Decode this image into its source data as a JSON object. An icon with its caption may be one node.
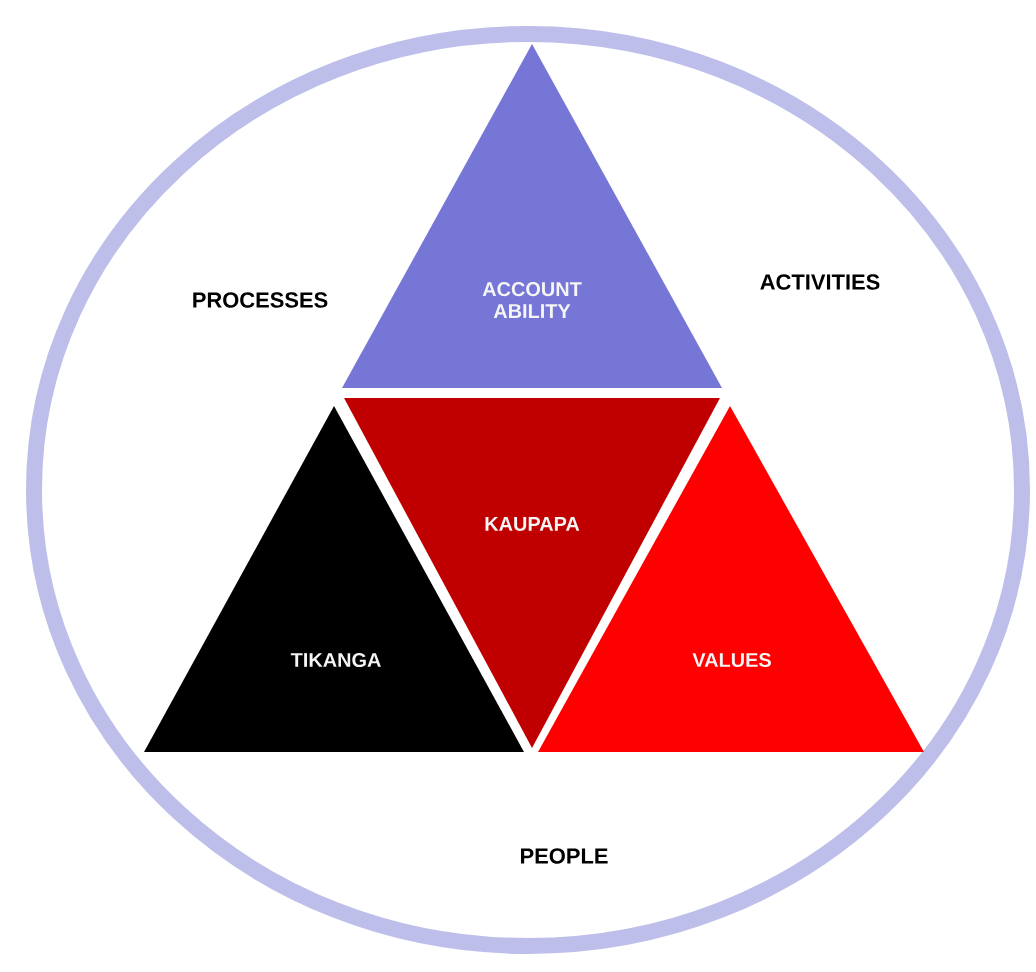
{
  "diagram": {
    "nodes": [
      {
        "text": [
          "PROCESSES",
          "ACTIVITIES",
          "PEOPLE"
        ]
      },
      {
        "text": [
          "ACCOUNT ABILITY"
        ],
        "in": 0
      },
      {
        "text": [
          "KAUPAPA"
        ],
        "in": 0
      },
      {
        "text": [
          "TIKANGA"
        ],
        "in": 0
      },
      {
        "text": [
          "VALUES"
        ],
        "in": 0
      }
    ]
  }
}
